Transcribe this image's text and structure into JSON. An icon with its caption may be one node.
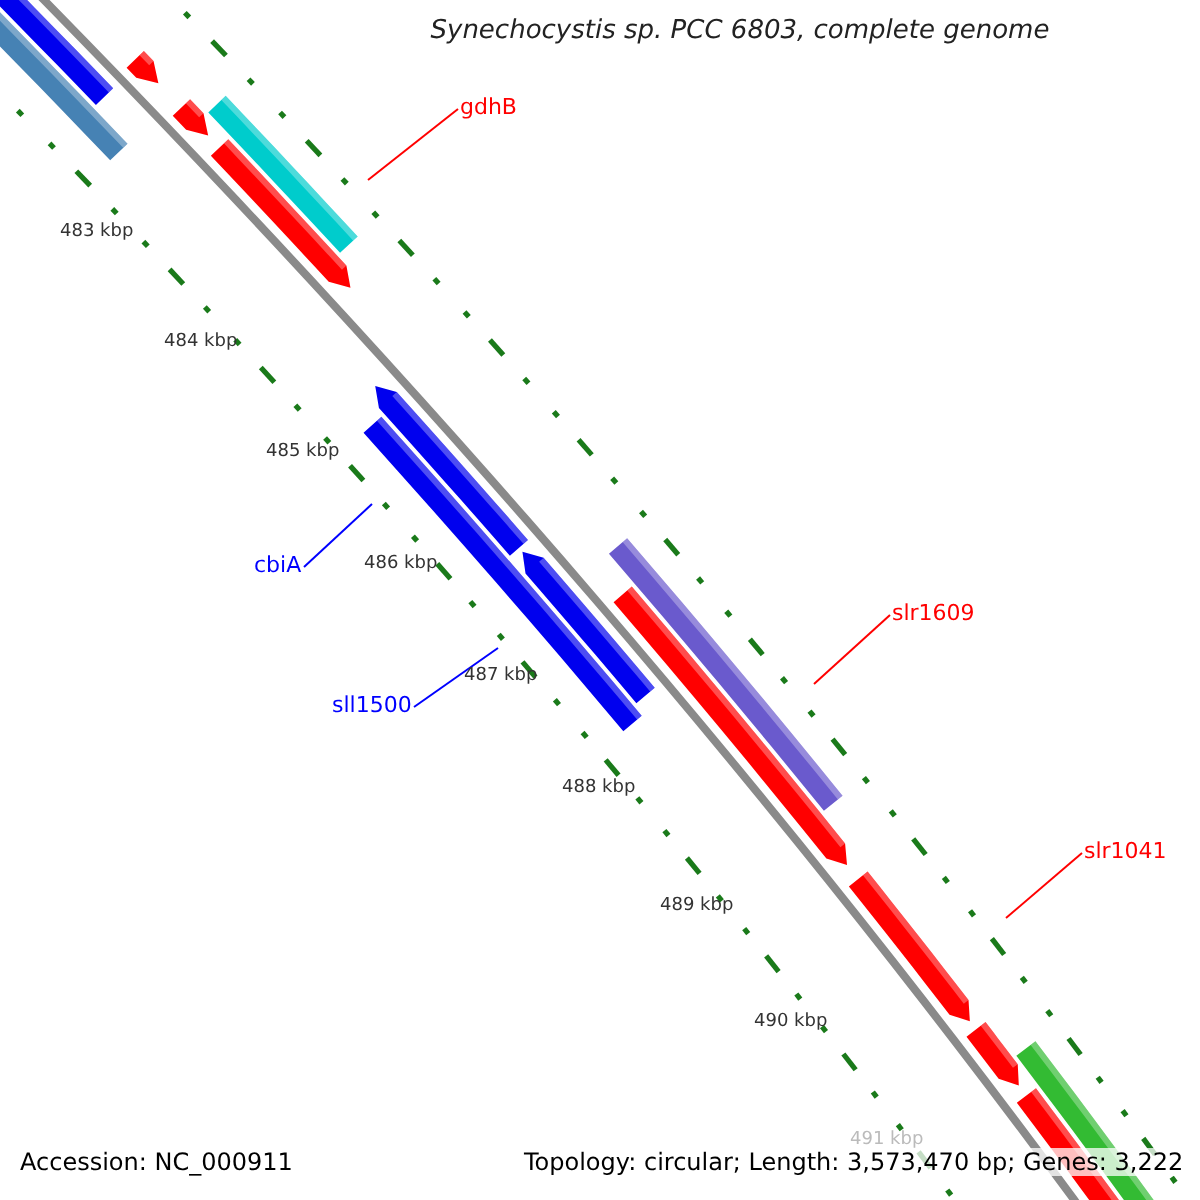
{
  "diagram": {
    "title": "Synechocystis sp. PCC 6803, complete genome",
    "nodes": [
      {
        "text": [
          "gdhB"
        ]
      },
      {
        "text": [
          "cbiA"
        ]
      },
      {
        "text": [
          "sll1500"
        ]
      },
      {
        "text": [
          "slr1609"
        ]
      },
      {
        "text": [
          "slr1041"
        ]
      }
    ],
    "edges": [
      {
        "from": 0,
        "to": null,
        "arrow": "none"
      },
      {
        "from": 1,
        "to": null,
        "arrow": "none",
        "color": "#0000ff"
      },
      {
        "from": 2,
        "to": null,
        "arrow": "none",
        "color": "#0000ff"
      },
      {
        "from": 3,
        "to": null,
        "arrow": "none"
      },
      {
        "from": 4,
        "to": null,
        "arrow": "none"
      }
    ],
    "labels": [
      "483 kbp",
      "484 kbp",
      "485 kbp",
      "486 kbp",
      "487 kbp",
      "488 kbp",
      "489 kbp",
      "490 kbp",
      "491 kbp",
      "Accession: NC_000911",
      "Topology: circular; Length: 3,573,470 bp; Genes: 3,222"
    ]
  }
}
